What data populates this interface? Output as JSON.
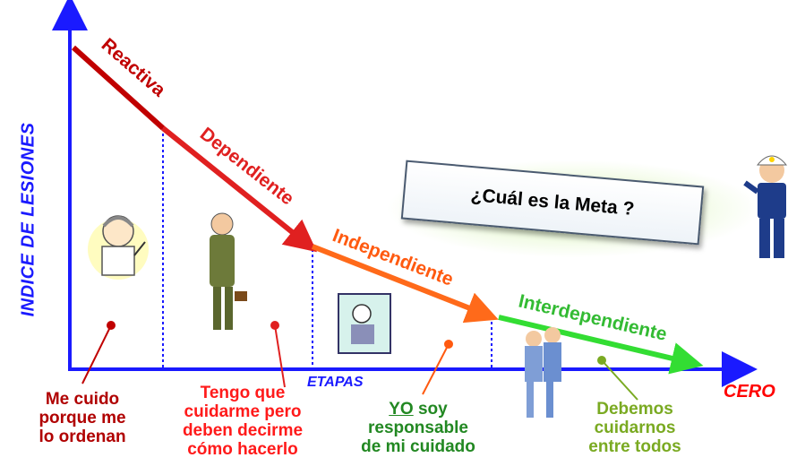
{
  "axes": {
    "y_label": "INDICE DE LESIONES",
    "x_label": "ETAPAS",
    "x_end_label": "CERO"
  },
  "phases": [
    {
      "label": "Reactiva",
      "color": "#c00000"
    },
    {
      "label": "Dependiente",
      "color": "#e02020"
    },
    {
      "label": "Independiente",
      "color": "#ff6a1a"
    },
    {
      "label": "Interdependiente",
      "color": "#33dd33"
    }
  ],
  "descriptions": [
    {
      "lines": [
        "Me cuido",
        "porque me",
        "lo ordenan"
      ],
      "color": "#b00000"
    },
    {
      "lines": [
        "Tengo que",
        "cuidarme pero",
        "deben decirme",
        "cómo hacerlo"
      ],
      "color": "#ff1a1a"
    },
    {
      "lines": [
        "YO soy",
        "responsable",
        "de mi cuidado"
      ],
      "color": "#228822",
      "underline_first_word": "YO"
    },
    {
      "lines": [
        "Debemos",
        "cuidarnos",
        "entre todos"
      ],
      "color": "#7aaa22"
    }
  ],
  "goal": {
    "text": "¿Cuál es la Meta ?"
  },
  "colors": {
    "axis": "#1a1aff",
    "divider": "#1a1aff"
  }
}
